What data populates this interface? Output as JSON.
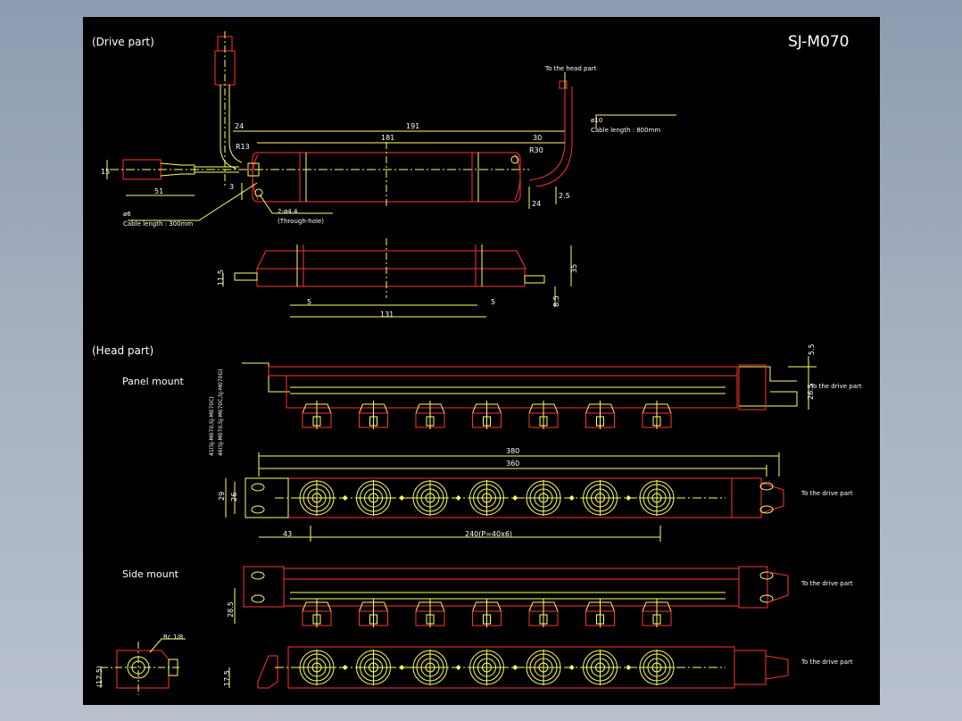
{
  "drawing": {
    "title": "SJ-M070",
    "sections": {
      "drive": "(Drive part)",
      "head": "(Head part)",
      "panel_mount": "Panel mount",
      "side_mount": "Side mount"
    },
    "drive_notes": {
      "to_head": "To the head part",
      "cable_dia": "ø10",
      "cable_len_800": "Cable length : 800mm",
      "cable_dia_6": "ø6",
      "cable_len_300": "Cable length : 300mm",
      "holes": "2-ø4.4",
      "through": "(Through-hole)"
    },
    "drive_dims": {
      "d191": "191",
      "d181": "181",
      "d30": "30",
      "d24a": "24",
      "r13": "R13",
      "r30": "R30",
      "d15": "15",
      "d51": "51",
      "d3": "3",
      "d24b": "24",
      "d2_5": "2.5",
      "d35": "35",
      "d11_5": "11.5",
      "d8_5": "8.5",
      "d5a": "5",
      "d5b": "5",
      "d131": "131"
    },
    "head_notes": {
      "to_drive": "To the drive part",
      "rc": "Rc 1/8",
      "vtext1": "41(SJ-M070,SJ-M070C)",
      "vtext2": "46(SJ-M070,SJ-M070C,SJ-M070G)"
    },
    "head_dims": {
      "d380": "380",
      "d360": "360",
      "d43": "43",
      "d240": "240(P=40x6)",
      "d29": "29",
      "d26": "26",
      "d5_5": "5.5",
      "d26_5": "26.5",
      "d28_5": "28.5",
      "d17_5a": "(17.5)",
      "d17_5b": "17.5"
    },
    "nozzle_count": 7
  }
}
